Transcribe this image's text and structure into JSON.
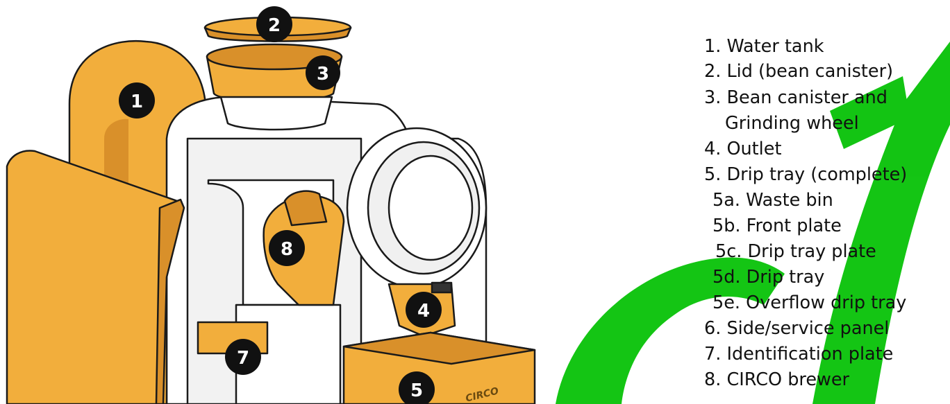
{
  "colors": {
    "orange": "#F2AE3C",
    "orange_dark": "#D9902A",
    "outline": "#1a1a1a",
    "body": "#ffffff",
    "body_shade": "#e6e6e6",
    "watermark": "#00c000"
  },
  "callouts": [
    "2",
    "3",
    "1",
    "8",
    "4",
    "7",
    "5"
  ],
  "machine_text": {
    "tray_logo": "CIRCO"
  },
  "legend": [
    {
      "num": "1.",
      "label": "Water tank"
    },
    {
      "num": "2.",
      "label": "Lid (bean canister)"
    },
    {
      "num": "3.",
      "label": "Bean canister and"
    },
    {
      "num": "",
      "label": "Grinding wheel"
    },
    {
      "num": "4.",
      "label": "Outlet"
    },
    {
      "num": "5.",
      "label": "Drip tray (complete)"
    },
    {
      "num": "5a.",
      "label": "Waste bin"
    },
    {
      "num": "5b.",
      "label": "Front plate"
    },
    {
      "num": "5c.",
      "label": "Drip tray plate"
    },
    {
      "num": "5d.",
      "label": "Drip tray"
    },
    {
      "num": "5e.",
      "label": "Overflow drip tray"
    },
    {
      "num": "6.",
      "label": "Side/service panel"
    },
    {
      "num": "7.",
      "label": "Identification plate"
    },
    {
      "num": "8.",
      "label": "CIRCO brewer"
    }
  ]
}
